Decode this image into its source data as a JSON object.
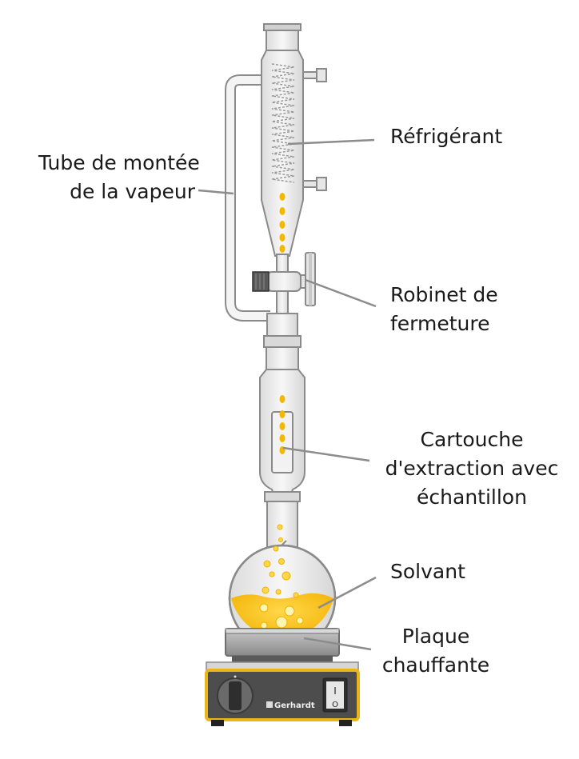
{
  "labels": {
    "refrigerant": "Réfrigérant",
    "vapour_tube_line1": "Tube de montée",
    "vapour_tube_line2": "de la vapeur",
    "stopcock_line1": "Robinet de",
    "stopcock_line2": "fermeture",
    "thimble_line1": "Cartouche",
    "thimble_line2": "d'extraction avec",
    "thimble_line3": "échantillon",
    "solvent": "Solvant",
    "hotplate_line1": "Plaque",
    "hotplate_line2": "chauffante"
  },
  "brand": "Gerhardt",
  "switch_text": {
    "on": "I",
    "off": "O"
  },
  "colors": {
    "glass_stroke": "#8a8a8a",
    "glass_fill": "#ececec",
    "solvent": "#f5b800",
    "solvent_light": "#ffd84a",
    "leader": "#8c8c8c",
    "heater_frame": "#e9b619",
    "heater_body": "#555555",
    "plate": "#9a9a9a"
  }
}
